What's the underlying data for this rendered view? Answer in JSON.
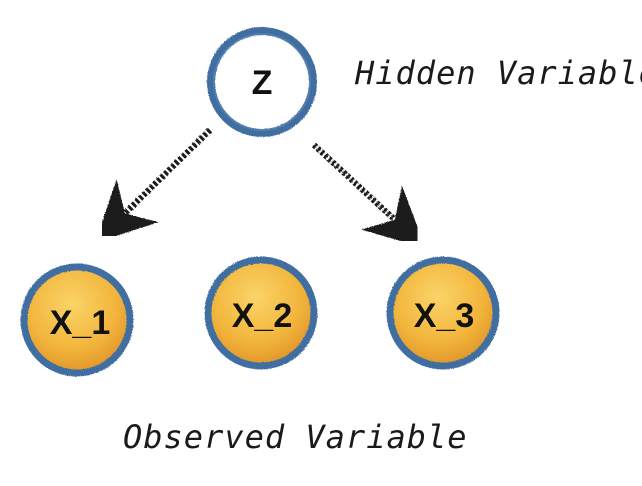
{
  "nodes": {
    "hidden": {
      "label": "Z"
    },
    "observed": [
      {
        "label": "X_1"
      },
      {
        "label": "X_2"
      },
      {
        "label": "X_3"
      }
    ]
  },
  "annotations": {
    "hidden": "Hidden Variable",
    "observed": "Observed Variable"
  },
  "colors": {
    "hidden_fill": "#ffffff",
    "node_outline": "#3f6ea0",
    "observed_fill_top": "#f7c54a",
    "observed_fill_bottom": "#e39a2a",
    "arrow": "#1a1a1a",
    "text": "#111111"
  }
}
